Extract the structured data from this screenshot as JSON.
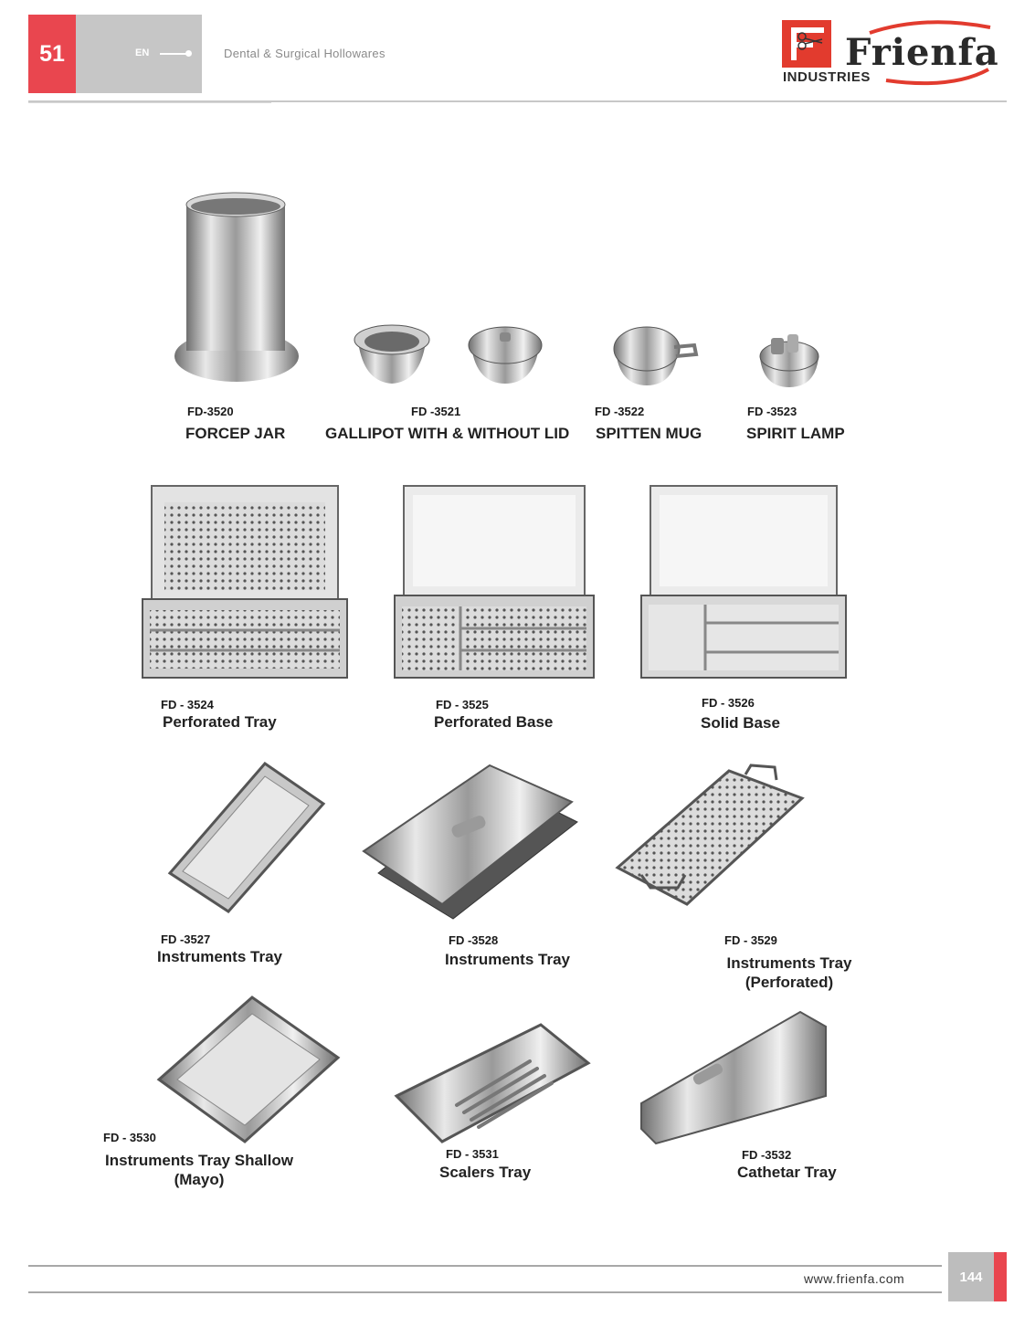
{
  "header": {
    "section_number": "51",
    "language": "EN",
    "category": "Dental & Surgical Hollowares",
    "brand": "Frienfa",
    "brand_sub": "INDUSTRIES"
  },
  "products": [
    {
      "code": "FD-3520",
      "name": "FORCEP JAR"
    },
    {
      "code": "FD -3521",
      "name": "GALLIPOT WITH & WITHOUT LID"
    },
    {
      "code": "FD -3522",
      "name": "SPITTEN MUG"
    },
    {
      "code": "FD -3523",
      "name": "SPIRIT LAMP"
    },
    {
      "code": "FD - 3524",
      "name": "Perforated Tray"
    },
    {
      "code": "FD - 3525",
      "name": "Perforated Base"
    },
    {
      "code": "FD - 3526",
      "name": "Solid Base"
    },
    {
      "code": "FD -3527",
      "name": "Instruments Tray"
    },
    {
      "code": "FD -3528",
      "name": "Instruments Tray"
    },
    {
      "code": "FD - 3529",
      "name": "Instruments Tray",
      "name_line2": "(Perforated)"
    },
    {
      "code": "FD - 3530",
      "name": "Instruments Tray Shallow",
      "name_line2": "(Mayo)"
    },
    {
      "code": "FD - 3531",
      "name": "Scalers Tray"
    },
    {
      "code": "FD -3532",
      "name": "Cathetar Tray"
    }
  ],
  "footer": {
    "url": "www.frienfa.com",
    "page_number": "144"
  },
  "colors": {
    "accent_red": "#e9464f",
    "panel_gray": "#c6c6c6"
  }
}
